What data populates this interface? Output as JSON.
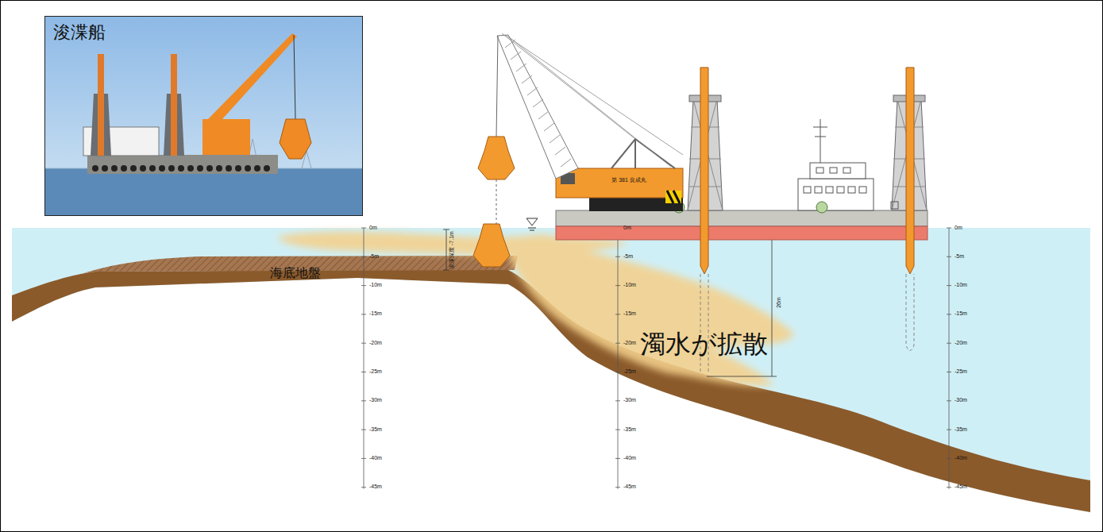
{
  "diagram": {
    "nodes": [
      {
        "text": [
          "浚渫船"
        ]
      }
    ],
    "labels": [
      "第 381 良成丸",
      "浚渫深度 -7.1m",
      "海底地盤",
      "濁水が拡散",
      "26m",
      "0m",
      "-5m",
      "-10m",
      "-15m",
      "-20m",
      "-25m",
      "-30m",
      "-35m",
      "-40m",
      "-45m",
      "0m",
      "-5m",
      "-10m",
      "-15m",
      "-20m",
      "-25m",
      "-30m",
      "-35m",
      "-40m",
      "-45m",
      "0m",
      "-5m",
      "-10m",
      "-15m",
      "-20m",
      "-25m",
      "-30m",
      "-35m",
      "-40m",
      "-45m"
    ]
  }
}
